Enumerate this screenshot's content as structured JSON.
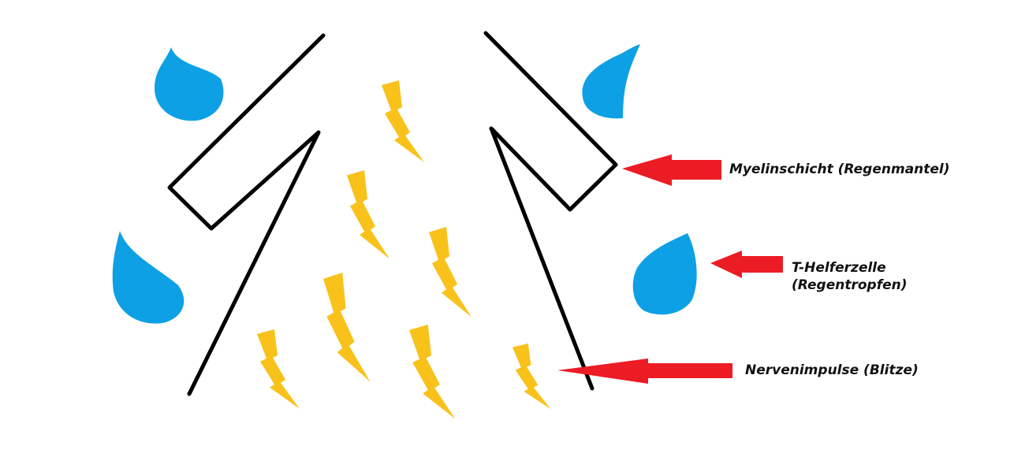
{
  "labels": {
    "myelin": "Myelinschicht (Regenmantel)",
    "t_helfer_line1": "T-Helferzelle",
    "t_helfer_line2": "(Regentropfen)",
    "nerve": "Nervenimpulse (Blitze)"
  },
  "colors": {
    "drop": "#0ea0e4",
    "bolt": "#f8c21b",
    "arrow": "#ec1c24",
    "line": "#000000"
  },
  "icons": {
    "drop": "raindrop-icon",
    "bolt": "lightning-bolt-icon",
    "arrow": "arrow-left-icon"
  }
}
